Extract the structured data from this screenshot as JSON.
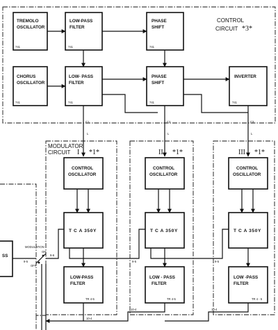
{
  "control_circuit": {
    "label_line1": "CONTROL",
    "label_line2": "CIRCUIT",
    "mark": "*3*"
  },
  "blocks": {
    "tremolo_osc": {
      "line1": "TREMOLO",
      "line2": "OSCILLATOR",
      "tag": "741"
    },
    "lpf_top": {
      "line1": "LOW-PASS",
      "line2": "FILTER",
      "tag": "741"
    },
    "phase_top": {
      "line1": "PHASE",
      "line2": "SHIFT",
      "tag": "741"
    },
    "chorus_osc": {
      "line1": "CHORUS",
      "line2": "OSCILLATOR",
      "tag": "741"
    },
    "lpf_mid": {
      "line1": "LOW- PASS",
      "line2": "FILTER",
      "tag": "741"
    },
    "phase_mid": {
      "line1": "PHASE",
      "line2": "SHIFT",
      "tag": "741"
    },
    "inverter": {
      "line1": "INVERTER",
      "tag": "741"
    }
  },
  "connections": {
    "c1": "C1",
    "c2": "C2",
    "c3": "C3"
  },
  "modulator": {
    "label_line1": "MODULATOR",
    "label_line2": "CIRCUIT",
    "roman_1": "I",
    "roman_2": "II",
    "roman_3": "III",
    "mark": "*1*"
  },
  "columns": [
    {
      "ctrl_line1": "CONTROL",
      "ctrl_line2": "OSCILLATOR",
      "tca": "T C A 350Y",
      "filter_line1": "LOW-PASS",
      "filter_line2": "FILTER",
      "filter_tag": "TR 4-5"
    },
    {
      "ctrl_line1": "CONTROL",
      "ctrl_line2": "OSCILLATOR",
      "tca": "T C A 350Y",
      "filter_line1": "LOW - PASS",
      "filter_line2": "FILTER",
      "filter_tag": "TR 4-5"
    },
    {
      "ctrl_line1": "CONTROL",
      "ctrl_line2": "OSCILLATOR",
      "tca": "T C A 350Y",
      "filter_line1": "LOW -PASS",
      "filter_line2": "FILTER",
      "filter_tag": "TR 4 - 5"
    }
  ],
  "switch": {
    "label": "MODULATION",
    "on": "ON",
    "off": "OFF"
  },
  "left_block_text": "SS",
  "pins": {
    "p95a": "9-5",
    "p96": "9-6",
    "p95b": "9-5",
    "p95c": "9-5",
    "p104a": "10-4",
    "p104b": "10-4",
    "p104c": "10-4",
    "l": "L"
  }
}
